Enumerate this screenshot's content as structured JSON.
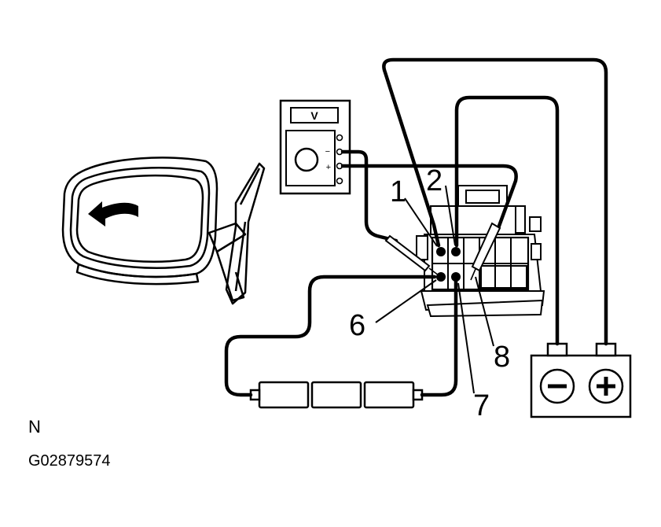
{
  "figure": {
    "view_label": "N",
    "figure_code": "G02879574"
  },
  "voltmeter": {
    "display_label": "V",
    "minus_label": "−",
    "plus_label": "+"
  },
  "connector_pins": {
    "pin1": "1",
    "pin2": "2",
    "pin6": "6",
    "pin7": "7",
    "pin8": "8"
  }
}
